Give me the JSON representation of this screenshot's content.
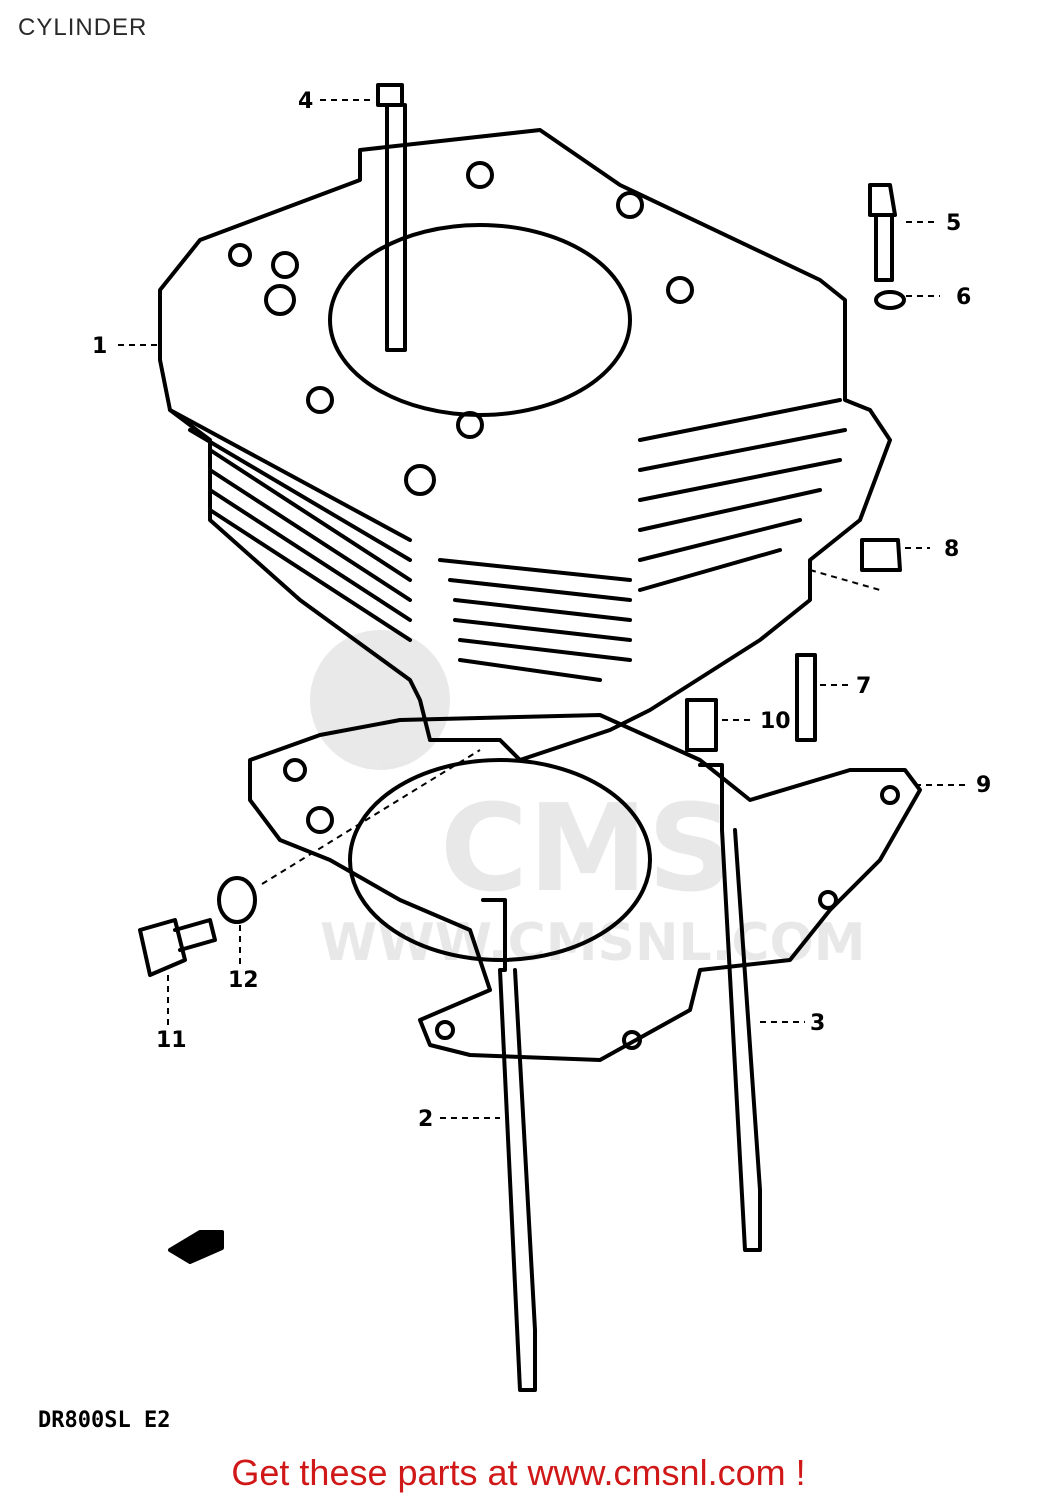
{
  "header": {
    "title": "CYLINDER"
  },
  "diagram": {
    "model_code": "DR800SL E2",
    "watermark": "CMS www.cmsnl.com",
    "parts": [
      "1",
      "2",
      "3",
      "4",
      "5",
      "6",
      "7",
      "8",
      "9",
      "10",
      "11",
      "12"
    ]
  },
  "footer": {
    "link_text": "Get these parts at www.cmsnl.com !"
  }
}
